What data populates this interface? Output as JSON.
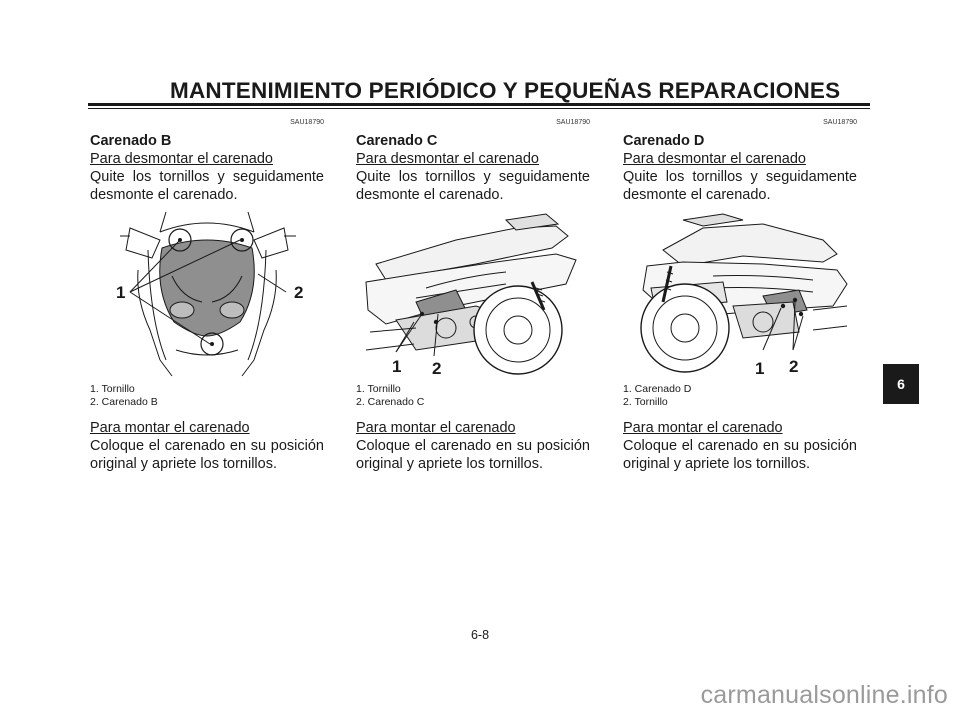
{
  "header": {
    "title": "MANTENIMIENTO PERIÓDICO Y PEQUEÑAS REPARACIONES"
  },
  "columns": [
    {
      "code": "SAU18790",
      "title": "Carenado B",
      "remove_heading": "Para desmontar el carenado",
      "remove_text": "Quite los tornillos y seguidamente desmonte el carenado.",
      "figure": {
        "callouts": [
          "1",
          "2"
        ],
        "icon": "front-fairing-illustration"
      },
      "legend": [
        "1. Tornillo",
        "2. Carenado B"
      ],
      "install_heading": "Para montar el carenado",
      "install_text": "Coloque el carenado en su posición original y apriete los tornillos."
    },
    {
      "code": "SAU18790",
      "title": "Carenado C",
      "remove_heading": "Para desmontar el carenado",
      "remove_text": "Quite los tornillos y seguidamente desmonte el carenado.",
      "figure": {
        "callouts": [
          "1",
          "2"
        ],
        "icon": "left-side-scooter-illustration"
      },
      "legend": [
        "1. Tornillo",
        "2. Carenado C"
      ],
      "install_heading": "Para montar el carenado",
      "install_text": "Coloque el carenado en su posición original y apriete los tornillos."
    },
    {
      "code": "SAU18790",
      "title": "Carenado D",
      "remove_heading": "Para desmontar el carenado",
      "remove_text": "Quite los tornillos y seguidamente desmonte el carenado.",
      "figure": {
        "callouts": [
          "1",
          "2"
        ],
        "icon": "right-side-scooter-illustration"
      },
      "legend": [
        "1. Carenado D",
        "2. Tornillo"
      ],
      "install_heading": "Para montar el carenado",
      "install_text": "Coloque el carenado en su posición original y apriete los tornillos."
    }
  ],
  "chapter_tab": "6",
  "page_number": "6-8",
  "watermark": "carmanualsonline.info"
}
